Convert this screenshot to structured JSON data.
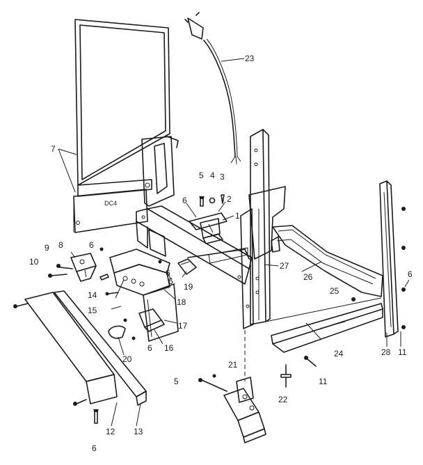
{
  "parts_diagram": {
    "plate_text": "DC4",
    "callouts": [
      {
        "id": "c1",
        "label": "1"
      },
      {
        "id": "c2",
        "label": "2"
      },
      {
        "id": "c3",
        "label": "3"
      },
      {
        "id": "c4",
        "label": "4"
      },
      {
        "id": "c5a",
        "label": "5"
      },
      {
        "id": "c5b",
        "label": "5"
      },
      {
        "id": "c6a",
        "label": "6"
      },
      {
        "id": "c6b",
        "label": "6"
      },
      {
        "id": "c6c",
        "label": "6"
      },
      {
        "id": "c6d",
        "label": "6"
      },
      {
        "id": "c6e",
        "label": "6"
      },
      {
        "id": "c6f",
        "label": "6"
      },
      {
        "id": "c6g",
        "label": "6"
      },
      {
        "id": "c7",
        "label": "7"
      },
      {
        "id": "c8",
        "label": "8"
      },
      {
        "id": "c9",
        "label": "9"
      },
      {
        "id": "c10",
        "label": "10"
      },
      {
        "id": "c11a",
        "label": "11"
      },
      {
        "id": "c11b",
        "label": "11"
      },
      {
        "id": "c12",
        "label": "12"
      },
      {
        "id": "c13",
        "label": "13"
      },
      {
        "id": "c14",
        "label": "14"
      },
      {
        "id": "c15",
        "label": "15"
      },
      {
        "id": "c16",
        "label": "16"
      },
      {
        "id": "c17",
        "label": "17"
      },
      {
        "id": "c18",
        "label": "18"
      },
      {
        "id": "c19",
        "label": "19"
      },
      {
        "id": "c20",
        "label": "20"
      },
      {
        "id": "c21",
        "label": "21"
      },
      {
        "id": "c22",
        "label": "22"
      },
      {
        "id": "c23",
        "label": "23"
      },
      {
        "id": "c24",
        "label": "24"
      },
      {
        "id": "c25",
        "label": "25"
      },
      {
        "id": "c26",
        "label": "26"
      },
      {
        "id": "c27",
        "label": "27"
      },
      {
        "id": "c28",
        "label": "28"
      }
    ]
  }
}
